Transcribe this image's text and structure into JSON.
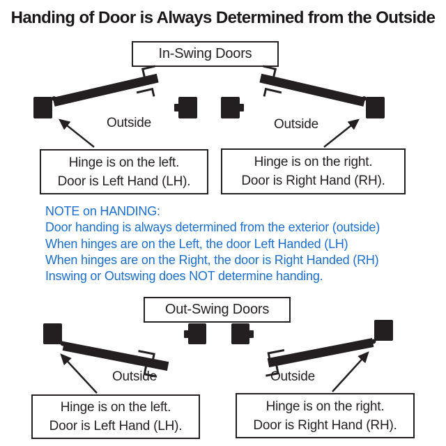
{
  "title": "Handing of Door is Always Determined from the Outside",
  "colors": {
    "ink": "#231f20",
    "note_blue": "#1b6ecb",
    "background": "#ffffff"
  },
  "inswing": {
    "heading": "In-Swing Doors",
    "left": {
      "outside": "Outside",
      "caption_line1": "Hinge is on the left.",
      "caption_line2": "Door is Left Hand (LH)."
    },
    "right": {
      "outside": "Outside",
      "caption_line1": "Hinge is on the right.",
      "caption_line2": "Door is Right Hand (RH)."
    }
  },
  "outswing": {
    "heading": "Out-Swing Doors",
    "left": {
      "outside": "Outside",
      "caption_line1": "Hinge is on the left.",
      "caption_line2": "Door is Left Hand (LH)."
    },
    "right": {
      "outside": "Outside",
      "caption_line1": "Hinge is on the right.",
      "caption_line2": "Door is Right Hand (RH)."
    }
  },
  "note": {
    "lines": [
      "NOTE on HANDING:",
      "Door handing is always determined from the exterior (outside)",
      "When hinges are on the Left, the door Left Handed (LH)",
      "When hinges are on the Right, the door is Right Handed (RH)",
      "Inswing or Outswing does NOT determine handing."
    ]
  }
}
